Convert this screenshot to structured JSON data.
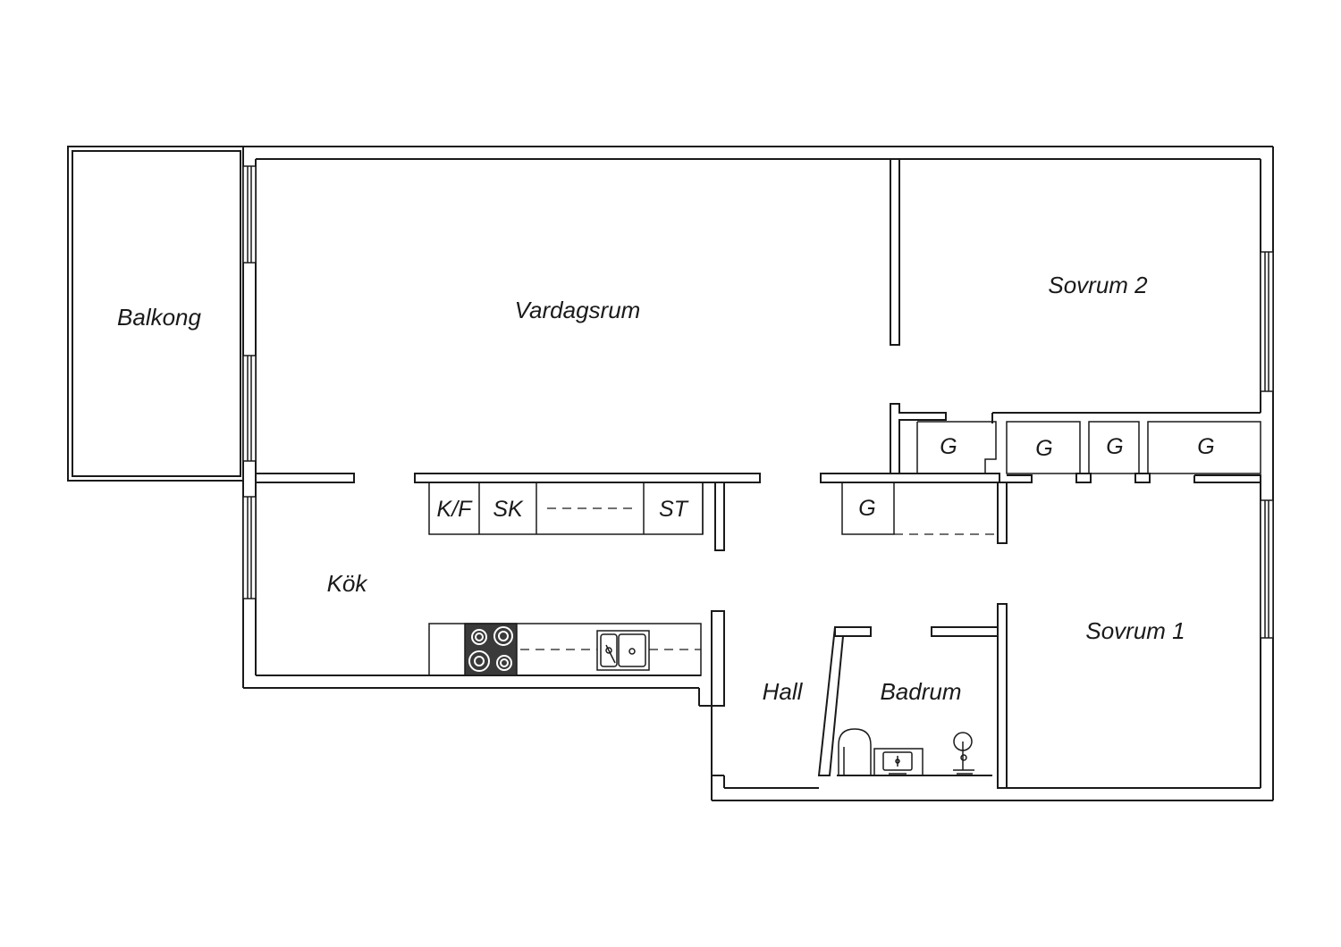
{
  "rooms": {
    "balkong": "Balkong",
    "vardagsrum": "Vardagsrum",
    "sovrum2": "Sovrum 2",
    "kok": "Kök",
    "hall": "Hall",
    "badrum": "Badrum",
    "sovrum1": "Sovrum 1"
  },
  "fixtures": {
    "kf": "K/F",
    "sk": "SK",
    "st": "ST",
    "garderob": "G"
  },
  "colors": {
    "wall_stroke": "#1a1a1a",
    "background": "#ffffff",
    "hob": "#3a3a3a"
  }
}
